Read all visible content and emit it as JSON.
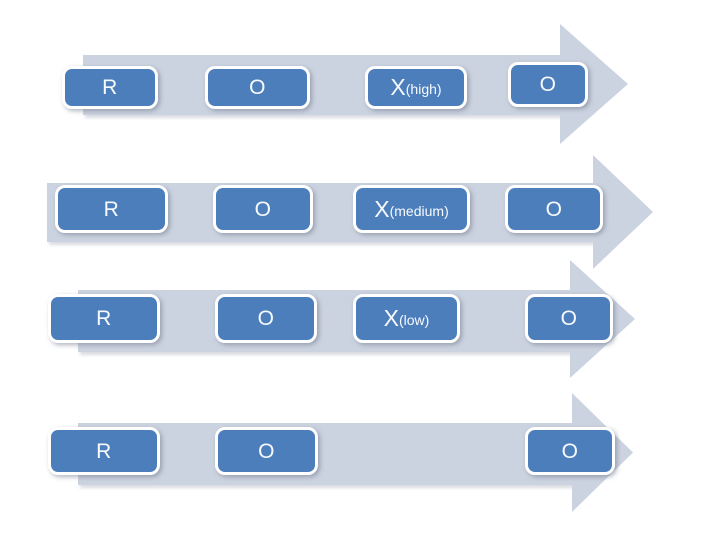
{
  "diagram": {
    "type": "process-arrow-diagram",
    "colors": {
      "arrow_fill": "#ccd3e0",
      "box_fill": "#4d7ebc",
      "box_border": "#ffffff",
      "label_text": "#ffffff",
      "background": "#ffffff"
    },
    "rows": [
      {
        "boxes": [
          {
            "label": "R"
          },
          {
            "label": "O"
          },
          {
            "label": "X",
            "sub": "(high)"
          },
          {
            "label": "O"
          }
        ]
      },
      {
        "boxes": [
          {
            "label": "R"
          },
          {
            "label": "O"
          },
          {
            "label": "X",
            "sub": "(medium)"
          },
          {
            "label": "O"
          }
        ]
      },
      {
        "boxes": [
          {
            "label": "R"
          },
          {
            "label": "O"
          },
          {
            "label": "X",
            "sub": "(low)"
          },
          {
            "label": "O"
          }
        ]
      },
      {
        "boxes": [
          {
            "label": "R"
          },
          {
            "label": "O"
          },
          {
            "label": "O"
          }
        ]
      }
    ]
  }
}
